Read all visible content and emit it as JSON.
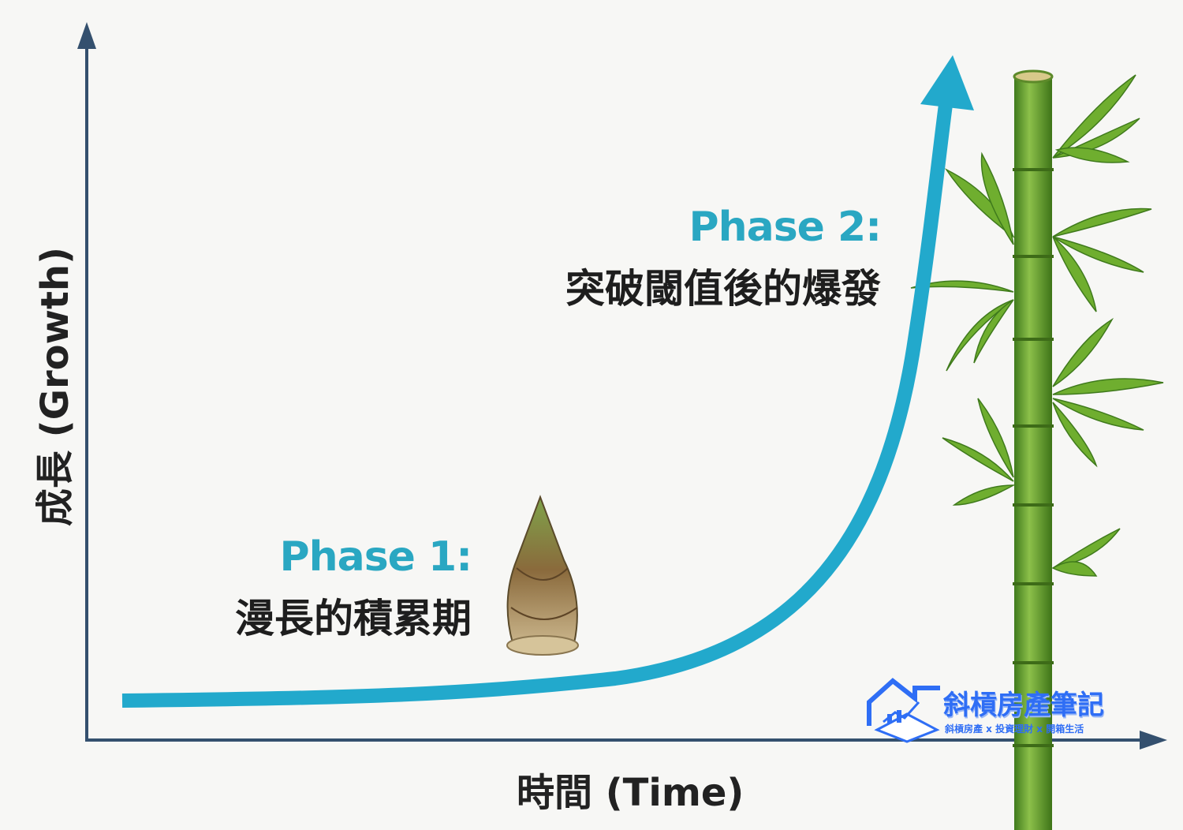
{
  "axes": {
    "y_label": "成長 (Growth)",
    "x_label": "時間 (Time)"
  },
  "phases": [
    {
      "title": "Phase 1:",
      "description": "漫長的積累期"
    },
    {
      "title": "Phase 2:",
      "description": "突破閾值後的爆發"
    }
  ],
  "colors": {
    "curve": "#22a9cc",
    "axis": "#34506e",
    "phase_title": "#2aa7c2",
    "bamboo": "#5f9a2a",
    "logo": "#2f6ef5"
  },
  "icons": [
    "bamboo-shoot-icon",
    "bamboo-stalk-icon",
    "house-book-logo-icon"
  ],
  "logo": {
    "title": "斜槓房產筆記",
    "subtitle": "斜槓房產 x 投資理財 x 開箱生活"
  }
}
